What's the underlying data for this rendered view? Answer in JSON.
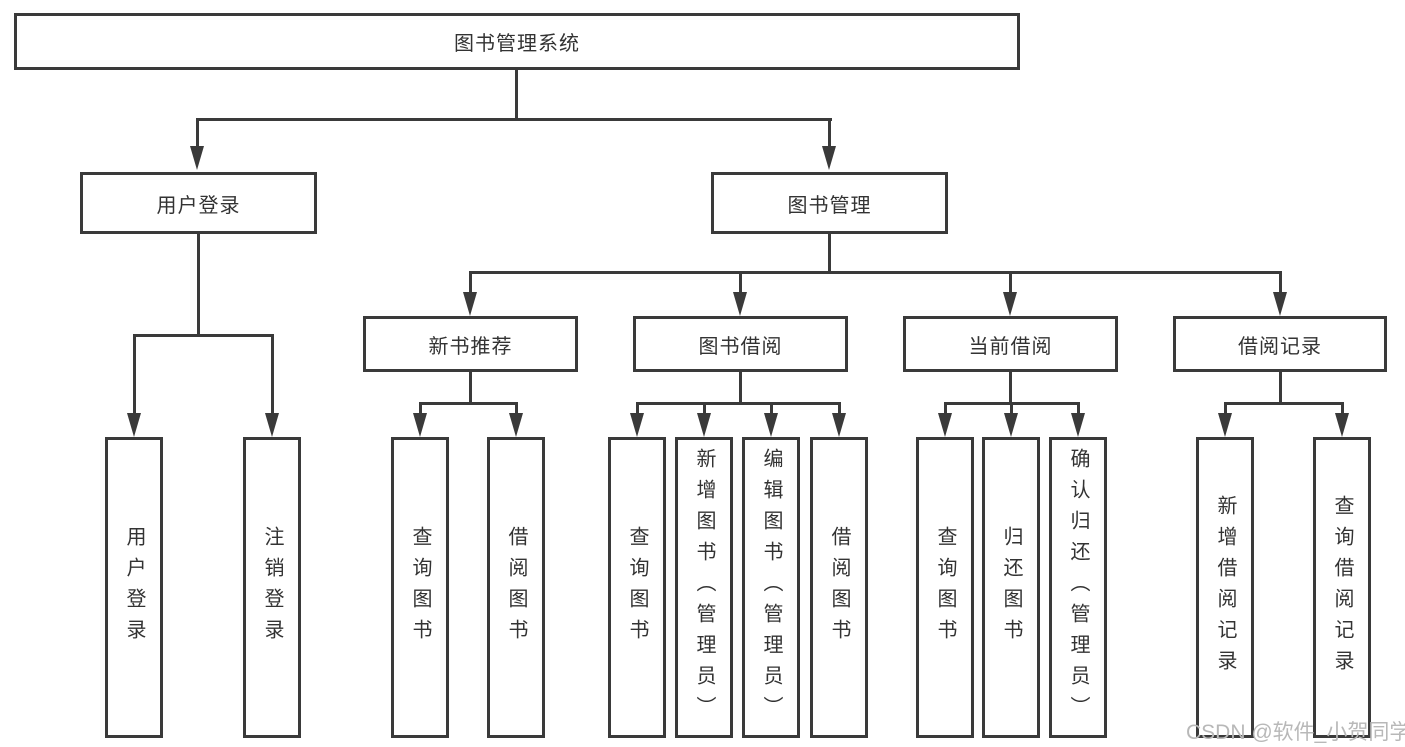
{
  "diagram": {
    "root": {
      "label": "图书管理系统"
    },
    "level2": [
      {
        "label": "用户登录"
      },
      {
        "label": "图书管理"
      }
    ],
    "level3": [
      {
        "label": "新书推荐"
      },
      {
        "label": "图书借阅"
      },
      {
        "label": "当前借阅"
      },
      {
        "label": "借阅记录"
      }
    ],
    "leaves": [
      {
        "label": "用户登录"
      },
      {
        "label": "注销登录"
      },
      {
        "label": "查询图书"
      },
      {
        "label": "借阅图书"
      },
      {
        "label": "查询图书"
      },
      {
        "label": "新增图书（管理员）"
      },
      {
        "label": "编辑图书（管理员）"
      },
      {
        "label": "借阅图书"
      },
      {
        "label": "查询图书"
      },
      {
        "label": "归还图书"
      },
      {
        "label": "确认归还（管理员）"
      },
      {
        "label": "新增借阅记录"
      },
      {
        "label": "查询借阅记录"
      }
    ],
    "watermark": "CSDN @软件_小贺同学",
    "colors": {
      "line": "#3a3a3a",
      "box_border": "#3a3a3a",
      "text": "#333333",
      "watermark": "#b8b8b8",
      "background": "#ffffff"
    }
  }
}
